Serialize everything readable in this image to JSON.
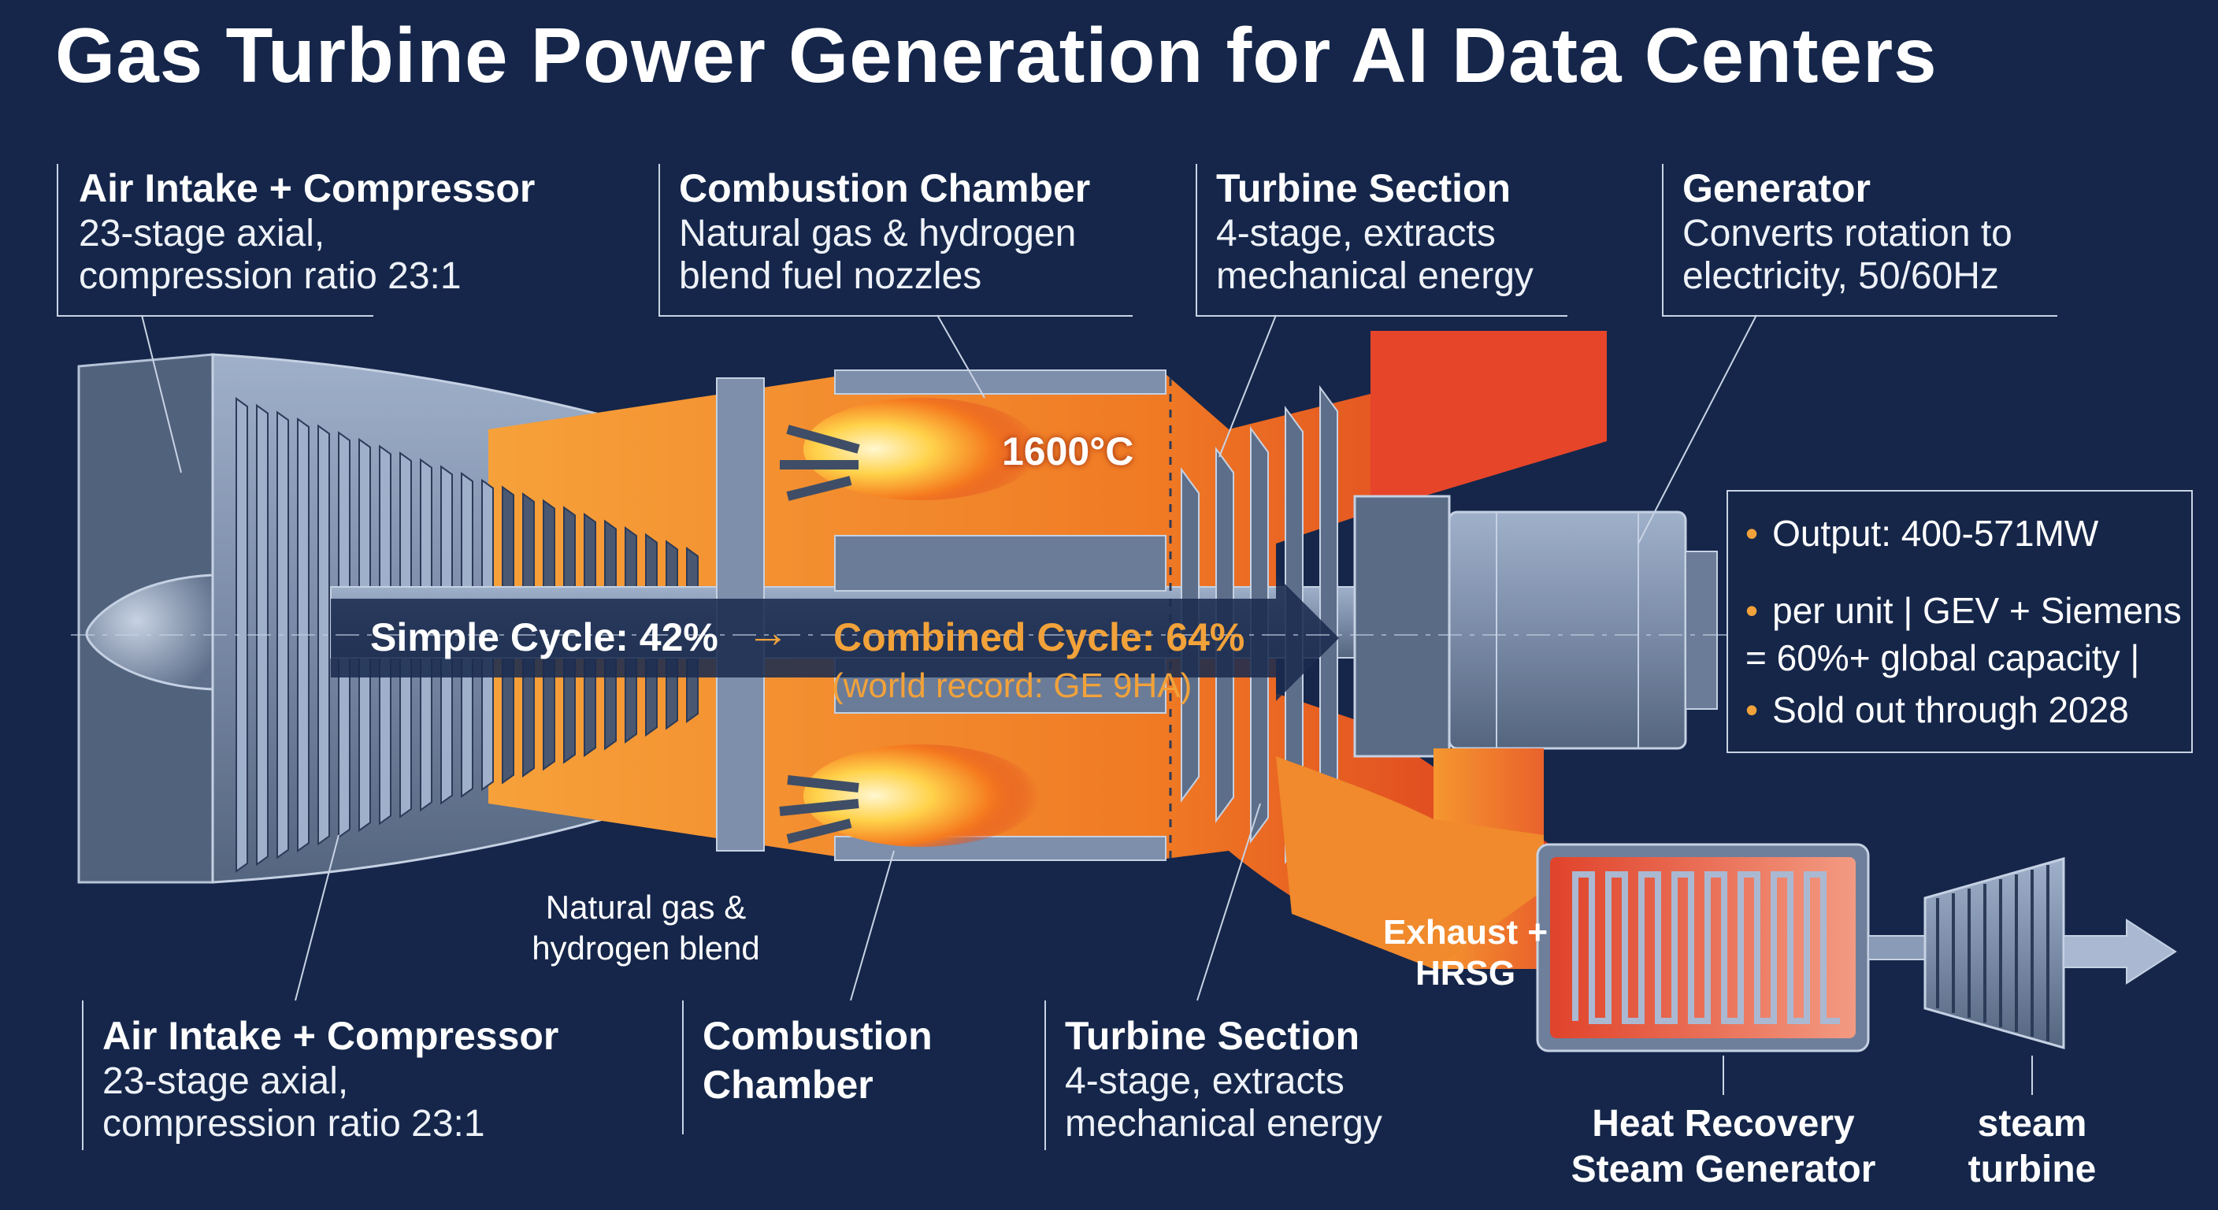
{
  "title": "Gas Turbine Power Generation for AI Data Centers",
  "top_callouts": [
    {
      "head": "Air Intake + Compressor",
      "line1": "23-stage axial,",
      "line2": "compression ratio 23:1"
    },
    {
      "head": "Combustion Chamber",
      "line1": "Natural gas & hydrogen",
      "line2": "blend fuel nozzles"
    },
    {
      "head": "Turbine Section",
      "line1": "4-stage, extracts",
      "line2": "mechanical energy"
    },
    {
      "head": "Generator",
      "line1": "Converts rotation to",
      "line2": "electricity, 50/60Hz"
    }
  ],
  "bottom_callouts": [
    {
      "head": "Air Intake + Compressor",
      "line1": "23-stage axial,",
      "line2": "compression ratio 23:1"
    },
    {
      "head1": "Combustion",
      "head2": "Chamber"
    },
    {
      "head": "Turbine Section",
      "line1": "4-stage, extracts",
      "line2": "mechanical energy"
    }
  ],
  "info_box": {
    "line1": "Output: 400-571MW",
    "line2": "per unit | GEV + Siemens",
    "line3": "= 60%+ global capacity |",
    "line4": "Sold out through 2028",
    "bullet": "•"
  },
  "cycle": {
    "simple": "Simple Cycle: 42%",
    "arrow": "→",
    "combined": "Combined Cycle: 64%",
    "record": "(world record: GE 9HA)"
  },
  "temperature": "1600°C",
  "fuel_label": {
    "line1": "Natural gas &",
    "line2": "hydrogen blend"
  },
  "exhaust_label": {
    "line1": "Exhaust +",
    "line2": "HRSG"
  },
  "hrsg_label": {
    "line1": "Heat Recovery",
    "line2": "Steam Generator"
  },
  "steam_label": {
    "line1": "steam",
    "line2": "turbine"
  },
  "colors": {
    "background": "#15264a",
    "metal": "#8a9bb7",
    "metal_dark": "#53657f",
    "hot_orange": "#f2892a",
    "hot_red": "#d8331f",
    "accent": "#f2a23a",
    "line": "#c9d3e4"
  }
}
